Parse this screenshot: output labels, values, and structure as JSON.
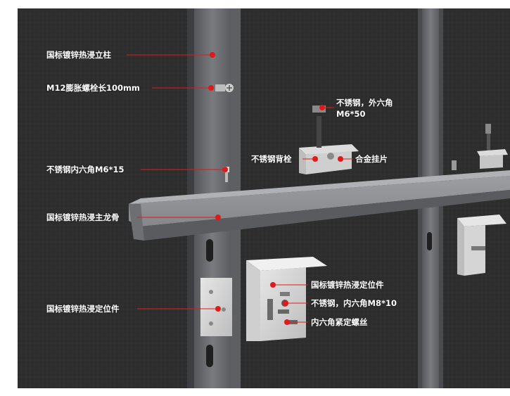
{
  "colors": {
    "wall": "#2f2f2f",
    "steel": "#6f7074",
    "steel_light": "#8e8f93",
    "steel_dark": "#4d4e52",
    "plate": "#d9d9d9",
    "leader": "#e01a1a",
    "label_text": "#ffffff"
  },
  "labels": {
    "column": "国标镀锌热浸立柱",
    "expansion_bolt": "M12膨胀螺栓长100mm",
    "hex_bolt_line1": "不锈钢，外六角",
    "hex_bolt_line2": "M6*50",
    "back_bolt": "不锈钢背栓",
    "alloy_hanger": "合金挂片",
    "inner_hex_m6": "不锈钢内六角M6*15",
    "main_keel": "国标镀锌热浸主龙骨",
    "positioning_part_right": "国标镀锌热浸定位件",
    "inner_hex_m8": "不锈钢，内六角M8*10",
    "set_screw": "内六角紧定螺丝",
    "positioning_part_left": "国标镀锌热浸定位件"
  }
}
